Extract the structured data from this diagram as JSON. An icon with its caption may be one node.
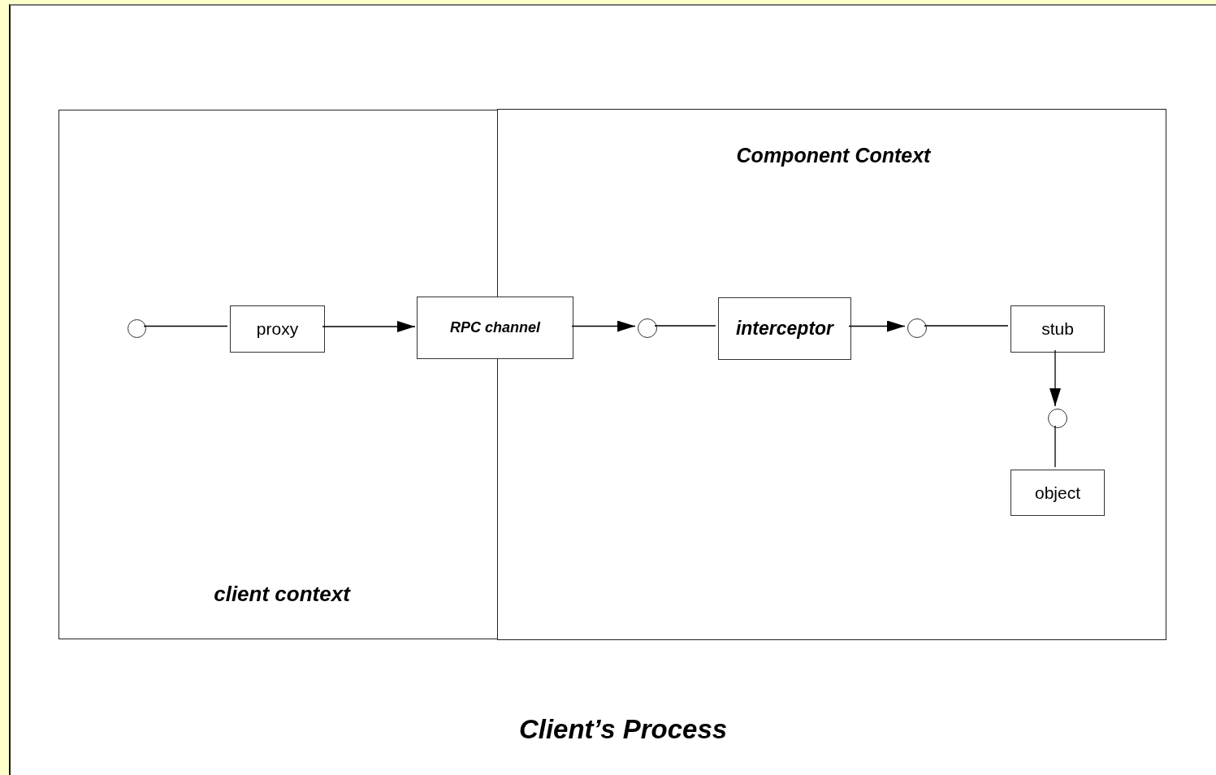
{
  "diagram": {
    "nodes": [
      {
        "text": [
          "Client’s Process"
        ]
      },
      {
        "text": [
          "client context"
        ],
        "in": 0
      },
      {
        "text": [
          "Component Context"
        ],
        "in": 0
      },
      {
        "text": [],
        "shape": "circle",
        "in": 1
      },
      {
        "text": [
          "proxy"
        ],
        "in": 1
      },
      {
        "text": [
          "RPC channel"
        ],
        "in": 0
      },
      {
        "text": [],
        "shape": "circle",
        "in": 2
      },
      {
        "text": [
          "interceptor"
        ],
        "in": 2
      },
      {
        "text": [],
        "shape": "circle",
        "in": 2
      },
      {
        "text": [
          "stub"
        ],
        "in": 2
      },
      {
        "text": [],
        "shape": "circle",
        "in": 2
      },
      {
        "text": [
          "object"
        ],
        "in": 2
      }
    ],
    "edges": [
      {
        "from": 3,
        "to": 4,
        "arrow": "none"
      },
      {
        "from": 4,
        "to": 5,
        "arrow": "to"
      },
      {
        "from": 5,
        "to": 6,
        "arrow": "to"
      },
      {
        "from": 6,
        "to": 7,
        "arrow": "none"
      },
      {
        "from": 7,
        "to": 8,
        "arrow": "to"
      },
      {
        "from": 8,
        "to": 9,
        "arrow": "none"
      },
      {
        "from": 9,
        "to": 10,
        "arrow": "to"
      },
      {
        "from": 10,
        "to": 11,
        "arrow": "none"
      }
    ]
  }
}
